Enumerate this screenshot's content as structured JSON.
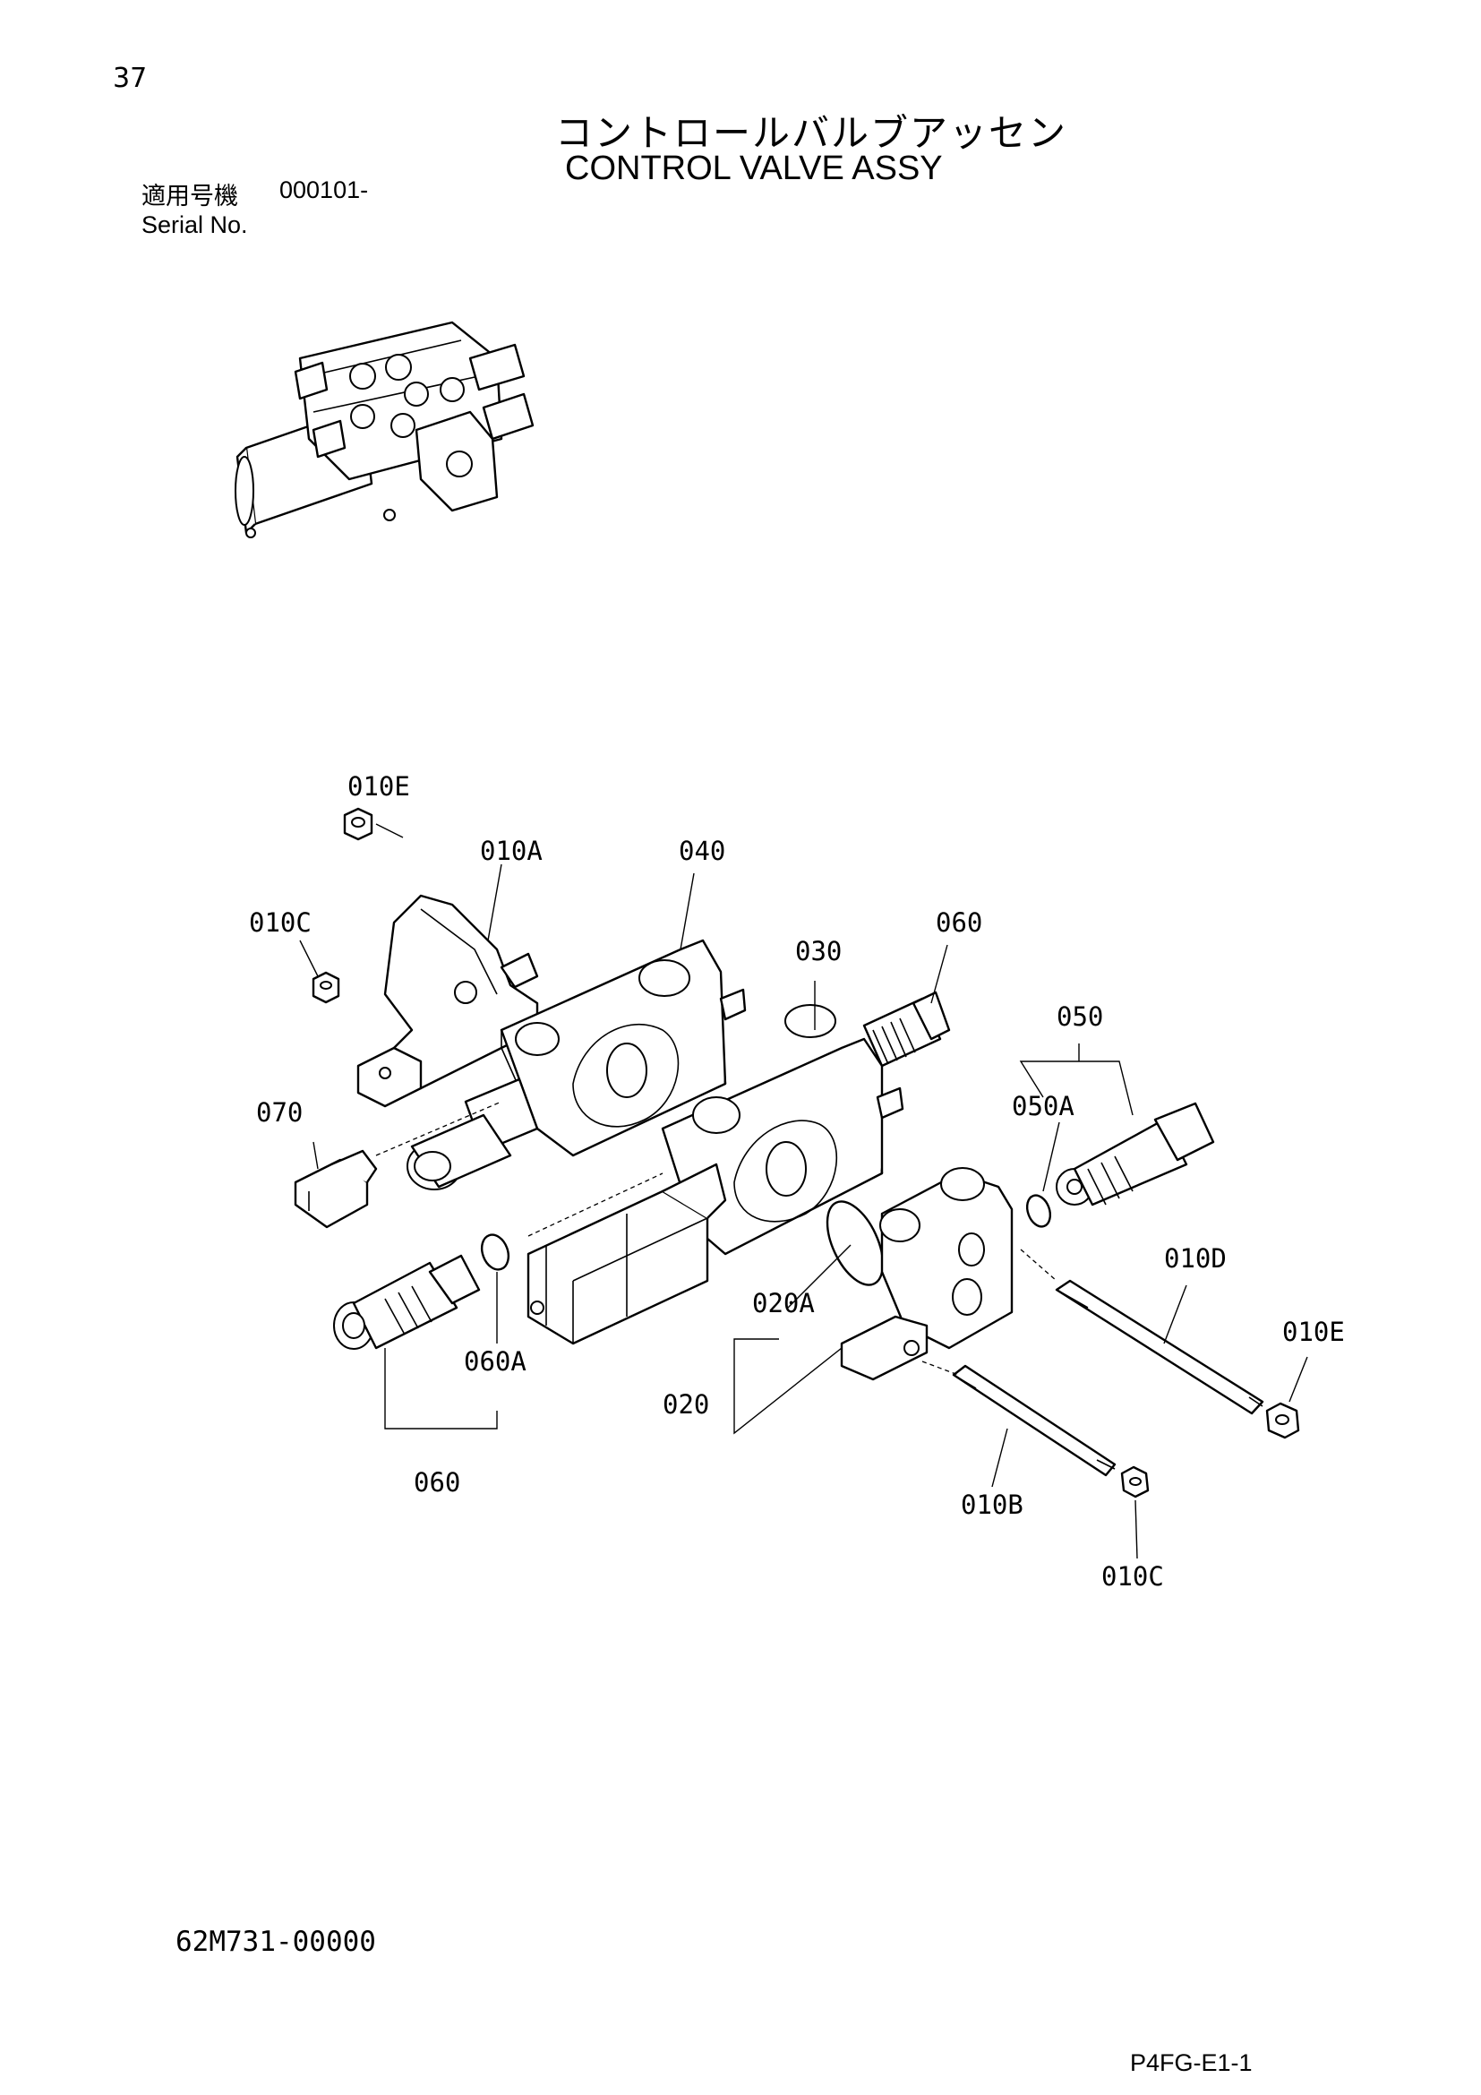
{
  "page_number": "37",
  "title_jp": "コントロールバルブアッセン",
  "title_en": "CONTROL VALVE ASSY",
  "serial": {
    "label_jp": "適用号機",
    "value": "000101-",
    "label_en": "Serial No."
  },
  "callouts": {
    "c010E_top": "010E",
    "c010A": "010A",
    "c040": "040",
    "c010C_left": "010C",
    "c060_top": "060",
    "c030": "030",
    "c050": "050",
    "c050A": "050A",
    "c070": "070",
    "c010D": "010D",
    "c010E_right": "010E",
    "c020A": "020A",
    "c020": "020",
    "c060A": "060A",
    "c060_bottom": "060",
    "c010B": "010B",
    "c010C_bottom": "010C"
  },
  "drawing_number": "62M731-00000",
  "page_code": "P4FG-E1-1"
}
